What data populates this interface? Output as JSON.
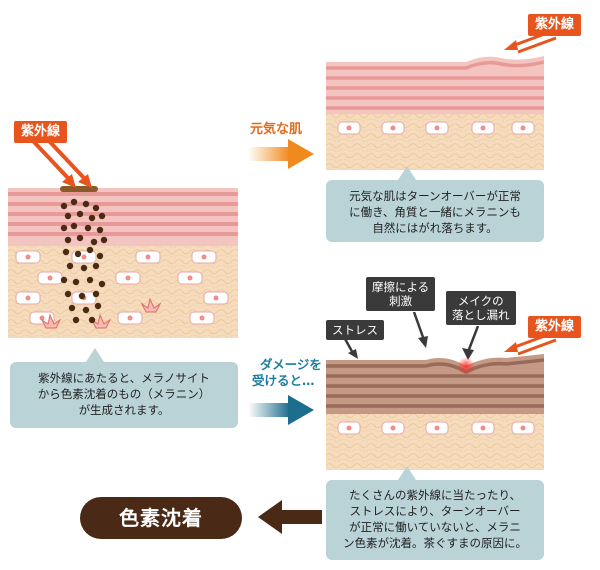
{
  "uv_label": "紫外線",
  "left": {
    "caption_lines": [
      "紫外線にあたると、メラノサイト",
      "から色素沈着のもの（メラニン）",
      "が生成されます。"
    ]
  },
  "top_right": {
    "arrow_label": "元気な肌",
    "caption_lines": [
      "元気な肌はターンオーバーが正常",
      "に働き、角質と一緒にメラニンも",
      "自然にはがれ落ちます。"
    ]
  },
  "bottom_right": {
    "arrow_label_lines": [
      "ダメージを",
      "受けると…"
    ],
    "labels": {
      "stress": "ストレス",
      "friction_lines": [
        "摩擦による",
        "刺激"
      ],
      "makeup_lines": [
        "メイクの",
        "落とし漏れ"
      ]
    },
    "caption_lines": [
      "たくさんの紫外線に当たったり、",
      "ストレスにより、ターンオーバー",
      "が正常に働いていないと、メラニ",
      "ン色素が沈着。茶ぐすまの原因に。"
    ]
  },
  "result_label": "色素沈着",
  "colors": {
    "uv_orange": "#e8541e",
    "caption_bg": "#b9d3d7",
    "skin_pink": "#f2b8b4",
    "skin_stripe": "#e89a98",
    "dermis": "#f6dcbc",
    "melanin": "#4a2a12",
    "damaged_layer": "#b78a76",
    "result_bg": "#4a2a16"
  }
}
